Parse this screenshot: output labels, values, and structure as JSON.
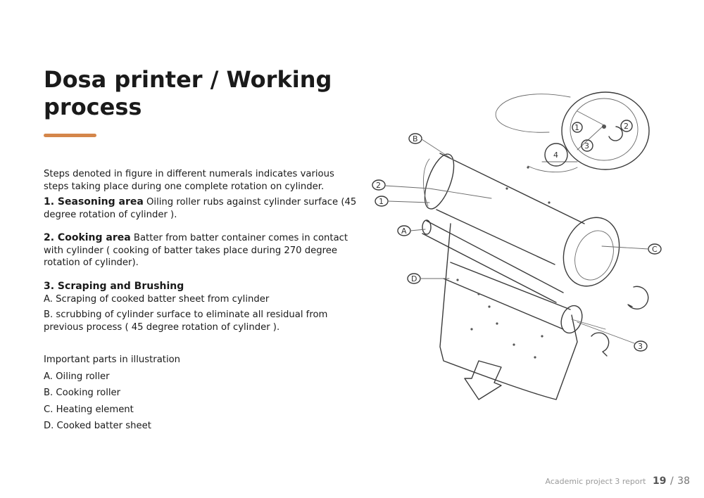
{
  "document": {
    "title": "Dosa printer / Working process",
    "accent_color": "#d4864a",
    "intro": "Steps denoted in figure in different numerals indicates various steps taking place during one complete rotation on cylinder.",
    "steps": [
      {
        "heading": "1. Seasoning area",
        "text": " Oiling roller rubs against cylinder surface (45 degree rotation of cylinder )."
      },
      {
        "heading": "2. Cooking area",
        "text": " Batter from batter container comes in contact with cylinder ( cooking of batter takes place during 270 degree rotation of cylinder)."
      },
      {
        "heading": "3. Scraping and Brushing",
        "sub_a": "A. Scraping of cooked batter sheet from cylinder",
        "sub_b": "B. scrubbing of cylinder surface to eliminate all residual from previous process ( 45 degree rotation of cylinder )."
      }
    ],
    "parts_intro": "Important parts in illustration",
    "parts": [
      "A. Oiling roller",
      "B. Cooking roller",
      "C. Heating element",
      "D. Cooked batter sheet"
    ]
  },
  "sketch": {
    "labels": [
      "B",
      "2",
      "1",
      "A",
      "D",
      "C",
      "3"
    ],
    "detail_labels": [
      "1",
      "2",
      "3",
      "4"
    ]
  },
  "footer": {
    "report": "Academic project 3 report",
    "page": "19",
    "separator": "/",
    "total": "38"
  }
}
